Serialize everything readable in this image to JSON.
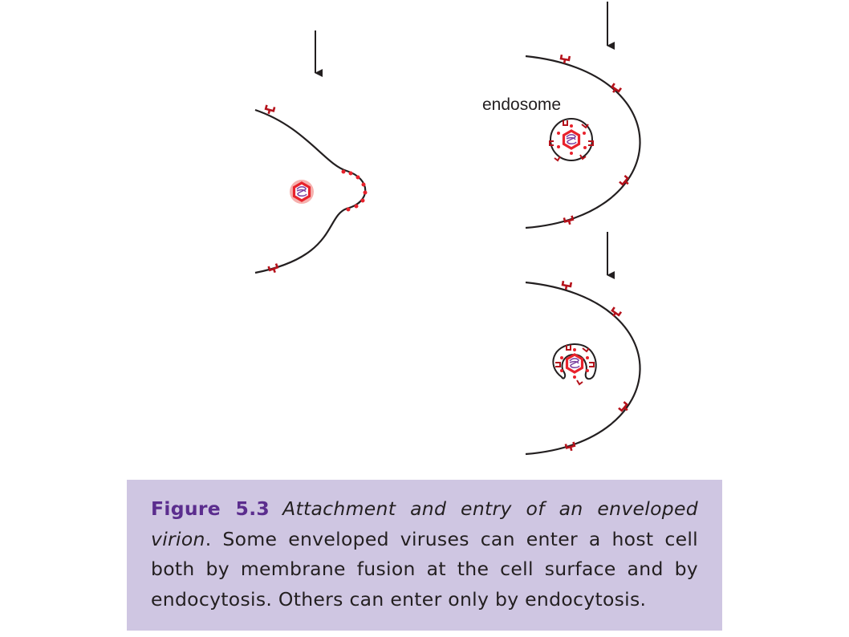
{
  "labels": {
    "endosome": "endosome"
  },
  "caption": {
    "figure_number": "Figure 5.3",
    "title": "Attachment and entry of an enveloped virion",
    "title_end": ".",
    "body": "Some enveloped viruses can enter a host cell both by membrane fusion at the cell surface and by endocytosis. Others can enter only by endocytosis."
  },
  "colors": {
    "membrane": "#231f20",
    "receptor": "#b5121b",
    "virion": "#e8222c",
    "virion_glow": "#f5a3a0",
    "genome": "#7b3fa0",
    "caption_bg": "#cfc6e2",
    "caption_heading": "#5b2d8e"
  }
}
